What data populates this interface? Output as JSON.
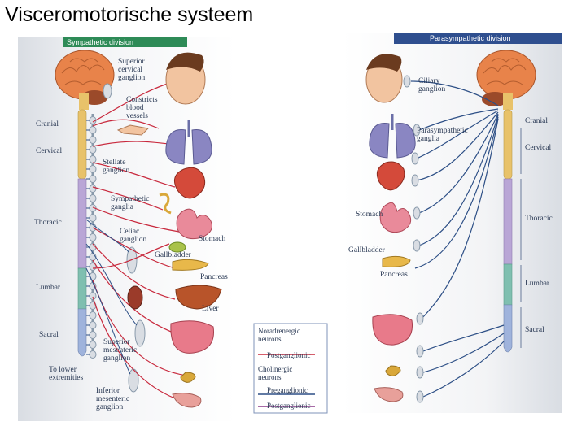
{
  "slide": {
    "title": "Visceromotorische systeem"
  },
  "sympathetic": {
    "header": "Sympathetic division",
    "labels": {
      "superior_cervical": [
        "Superior",
        "cervical",
        "ganglion"
      ],
      "constricts": [
        "Constricts",
        "blood",
        "vessels"
      ],
      "cranial": "Cranial",
      "cervical": "Cervical",
      "stellate": [
        "Stellate",
        "ganglion"
      ],
      "sympathetic_ganglia": [
        "Sympathetic",
        "ganglia"
      ],
      "thoracic": "Thoracic",
      "celiac": [
        "Celiac",
        "ganglion"
      ],
      "stomach": "Stomach",
      "gallbladder": "Gallbladder",
      "pancreas": "Pancreas",
      "lumbar": "Lumbar",
      "liver": "Liver",
      "sacral": "Sacral",
      "superior_mesenteric": [
        "Superior",
        "mesenteric",
        "ganglion"
      ],
      "lower_extremities": [
        "To lower",
        "extremities"
      ],
      "inferior_mesenteric": [
        "Inferior",
        "mesenteric",
        "ganglion"
      ]
    }
  },
  "parasympathetic": {
    "header": "Parasympathetic division",
    "labels": {
      "ciliary": [
        "Ciliary",
        "ganglion"
      ],
      "parasympathetic_ganglia": [
        "Parasympathetic",
        "ganglia"
      ],
      "cranial": "Cranial",
      "cervical": "Cervical",
      "thoracic": "Thoracic",
      "stomach": "Stomach",
      "gallbladder": "Gallbladder",
      "pancreas": "Pancreas",
      "lumbar": "Lumbar",
      "sacral": "Sacral"
    }
  },
  "legend": {
    "noradrenergic": [
      "Noradrenergic",
      "neurons"
    ],
    "postganglionic_1": "Postganglionic",
    "cholinergic": [
      "Cholinergic",
      "neurons"
    ],
    "preganglionic": "Preganglionic",
    "postganglionic_2": "Postganglionic"
  },
  "colors": {
    "sympathetic_header": "#2e8b57",
    "parasympathetic_header": "#2f4f8f",
    "sympathetic_nerve": "#c8283c",
    "parasympathetic_nerve": "#2d4f86",
    "brain": "#e8834a",
    "cerebellum": "#9b4a2a",
    "cord_cervical": "#e8c26a",
    "cord_thoracic": "#b9a6d6",
    "cord_lumbar": "#7fbfb0",
    "cord_sacral": "#9fb3dc"
  }
}
